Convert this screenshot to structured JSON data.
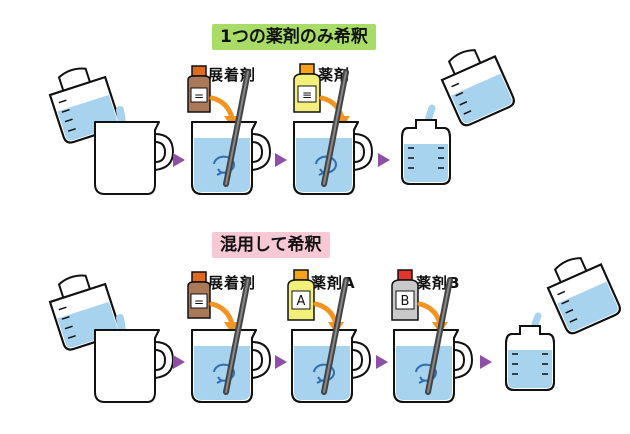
{
  "rows": [
    {
      "title": "1つの薬剤のみ希釈",
      "bottles": [
        {
          "label": "展着剤",
          "mark": "=",
          "cap": "#e06a1f",
          "body": "#a9795a"
        },
        {
          "label": "薬剤",
          "mark": "≡",
          "cap": "#f5a31a",
          "body": "#f2ef7a"
        }
      ]
    },
    {
      "title": "混用して希釈",
      "bottles": [
        {
          "label": "展着剤",
          "mark": "=",
          "cap": "#e06a1f",
          "body": "#a9795a"
        },
        {
          "label": "薬剤A",
          "mark": "A",
          "cap": "#f5a31a",
          "body": "#f2ef7a"
        },
        {
          "label": "薬剤B",
          "mark": "B",
          "cap": "#e3342f",
          "body": "#c9c9c9"
        }
      ]
    }
  ],
  "colors": {
    "water": "#a7d3ee",
    "arrow_orange": "#f29322",
    "step_arrow": "#8e4fa6",
    "stir_rod": "#444444"
  }
}
